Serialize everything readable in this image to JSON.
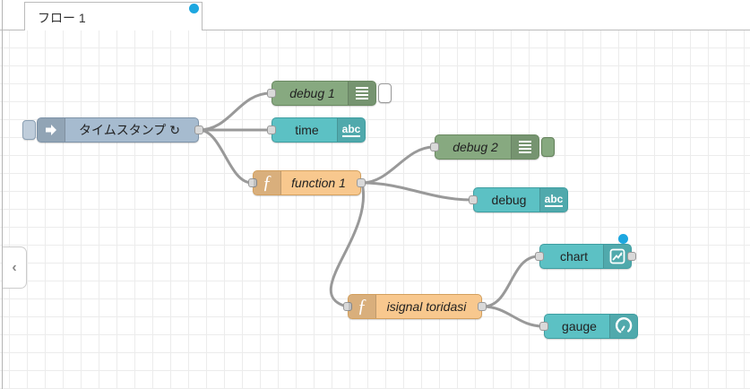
{
  "workspace": {
    "tab": {
      "label": "フロー 1",
      "changed": true
    },
    "palette_toggle_chevron": "‹"
  },
  "colors": {
    "inject": "#a6bbcf",
    "debug": "#87a980",
    "function": "#f8c88e",
    "teal": "#5cc1c4",
    "wire": "#999999",
    "changed_dot": "#1da7e0",
    "grid_line": "#ececec"
  },
  "icons": {
    "abc_label": "abc",
    "function_glyph": "ƒ"
  },
  "nodes": {
    "inject": {
      "label": "タイムスタンプ ↻",
      "type": "inject"
    },
    "debug1": {
      "label": "debug 1",
      "type": "debug"
    },
    "time": {
      "label": "time",
      "type": "teal"
    },
    "function1": {
      "label": "function 1",
      "type": "function"
    },
    "debug2": {
      "label": "debug 2",
      "type": "debug"
    },
    "debug3": {
      "label": "debug",
      "type": "teal"
    },
    "isignal": {
      "label": "isignal toridasi",
      "type": "function"
    },
    "chart": {
      "label": "chart",
      "type": "teal",
      "changed": true
    },
    "gauge": {
      "label": "gauge",
      "type": "teal"
    }
  }
}
